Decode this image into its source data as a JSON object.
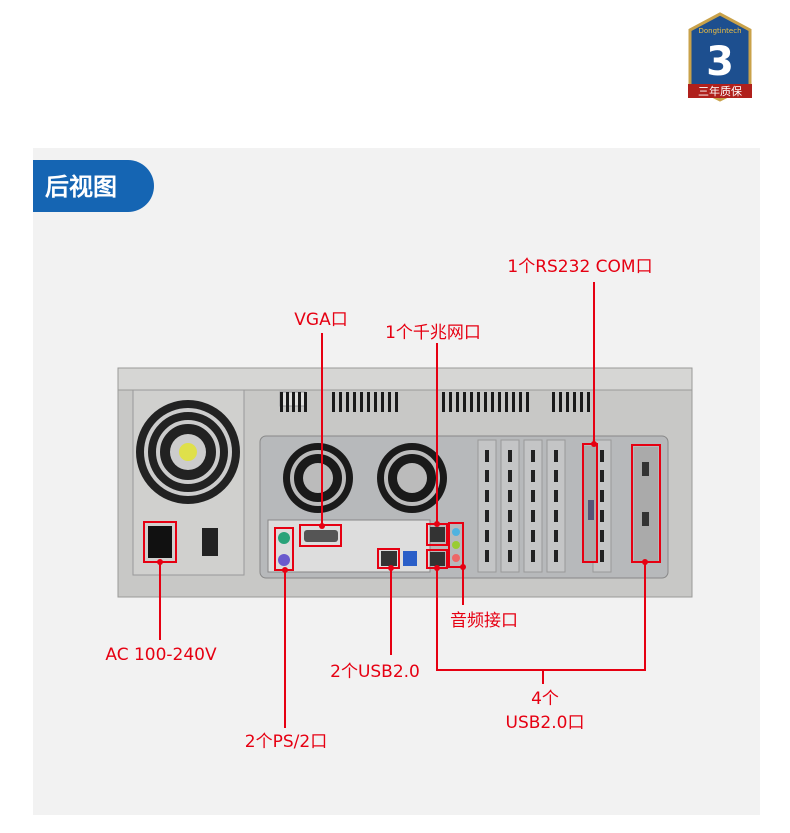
{
  "badge": {
    "brand": "Dongtintech",
    "number": "3",
    "ribbon": "三年质保"
  },
  "section_tab": "后视图",
  "colors": {
    "accent_blue": "#1565b3",
    "callout_red": "#e60012",
    "panel_bg": "#f2f2f2",
    "chassis": "#c8c8c6"
  },
  "callouts": {
    "rs232": "1个RS232 COM口",
    "vga": "VGA口",
    "lan": "1个千兆网口",
    "ac": "AC 100-240V",
    "usb2": "2个USB2.0",
    "audio": "音频接口",
    "usb4_line1": "4个",
    "usb4_line2": "USB2.0口",
    "ps2": "2个PS/2口"
  }
}
